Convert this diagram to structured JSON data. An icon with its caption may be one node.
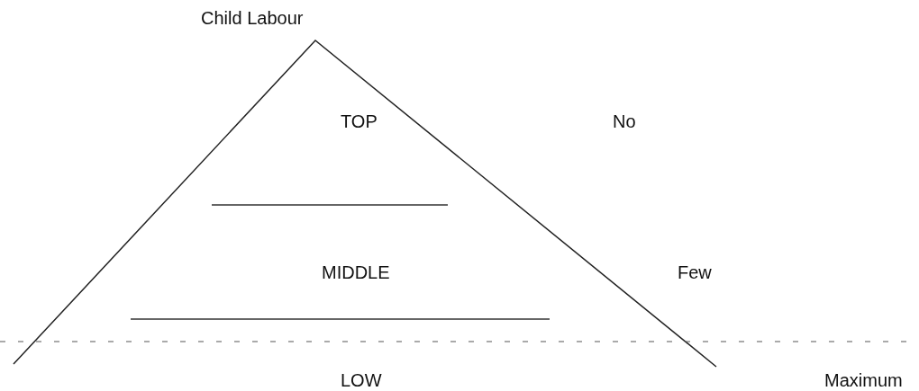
{
  "diagram": {
    "title": "Child Labour",
    "nodes": [
      {
        "text": [
          "TOP"
        ],
        "beside": [
          "No"
        ]
      },
      {
        "text": [
          "MIDDLE"
        ],
        "beside": [
          "Few"
        ]
      },
      {
        "text": [
          "LOW"
        ],
        "beside": [
          "Maximum"
        ]
      }
    ],
    "edges": []
  }
}
